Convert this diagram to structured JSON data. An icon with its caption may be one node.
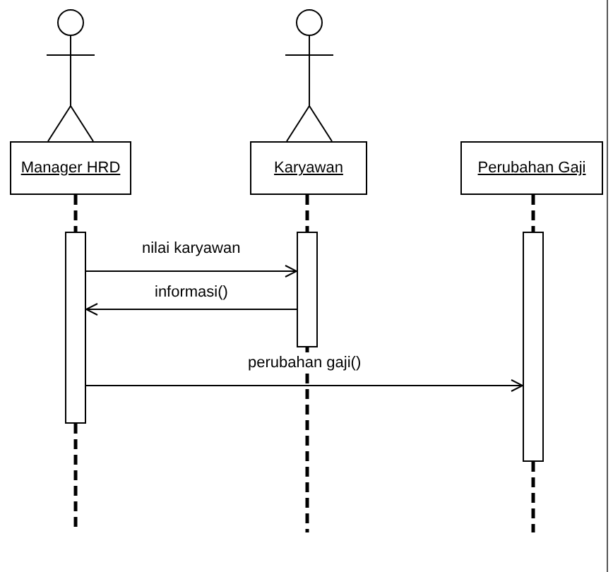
{
  "diagram": {
    "nodes": [
      {
        "text": [
          "Manager HRD"
        ]
      },
      {
        "text": [
          "Karyawan"
        ]
      },
      {
        "text": [
          "Perubahan Gaji"
        ]
      },
      {
        "text": [],
        "shape": "bar"
      },
      {
        "text": [],
        "shape": "bar"
      },
      {
        "text": [],
        "shape": "bar"
      }
    ],
    "edges": [
      {
        "from": 3,
        "to": 4,
        "arrow": "to",
        "label": "nilai karyawan"
      },
      {
        "from": 4,
        "to": 3,
        "arrow": "to",
        "label": "informasi()"
      },
      {
        "from": 3,
        "to": 5,
        "arrow": "to",
        "label": "perubahan gaji()"
      },
      {
        "from": 0,
        "to": 3,
        "arrow": "none",
        "style": "dashed"
      },
      {
        "from": 1,
        "to": 4,
        "arrow": "none",
        "style": "dashed"
      },
      {
        "from": 2,
        "to": 5,
        "arrow": "none",
        "style": "dashed"
      },
      {
        "from": 3,
        "to": null,
        "arrow": "none",
        "style": "dashed"
      },
      {
        "from": 4,
        "to": null,
        "arrow": "none",
        "style": "dashed"
      },
      {
        "from": 5,
        "to": null,
        "arrow": "none",
        "style": "dashed"
      }
    ]
  }
}
